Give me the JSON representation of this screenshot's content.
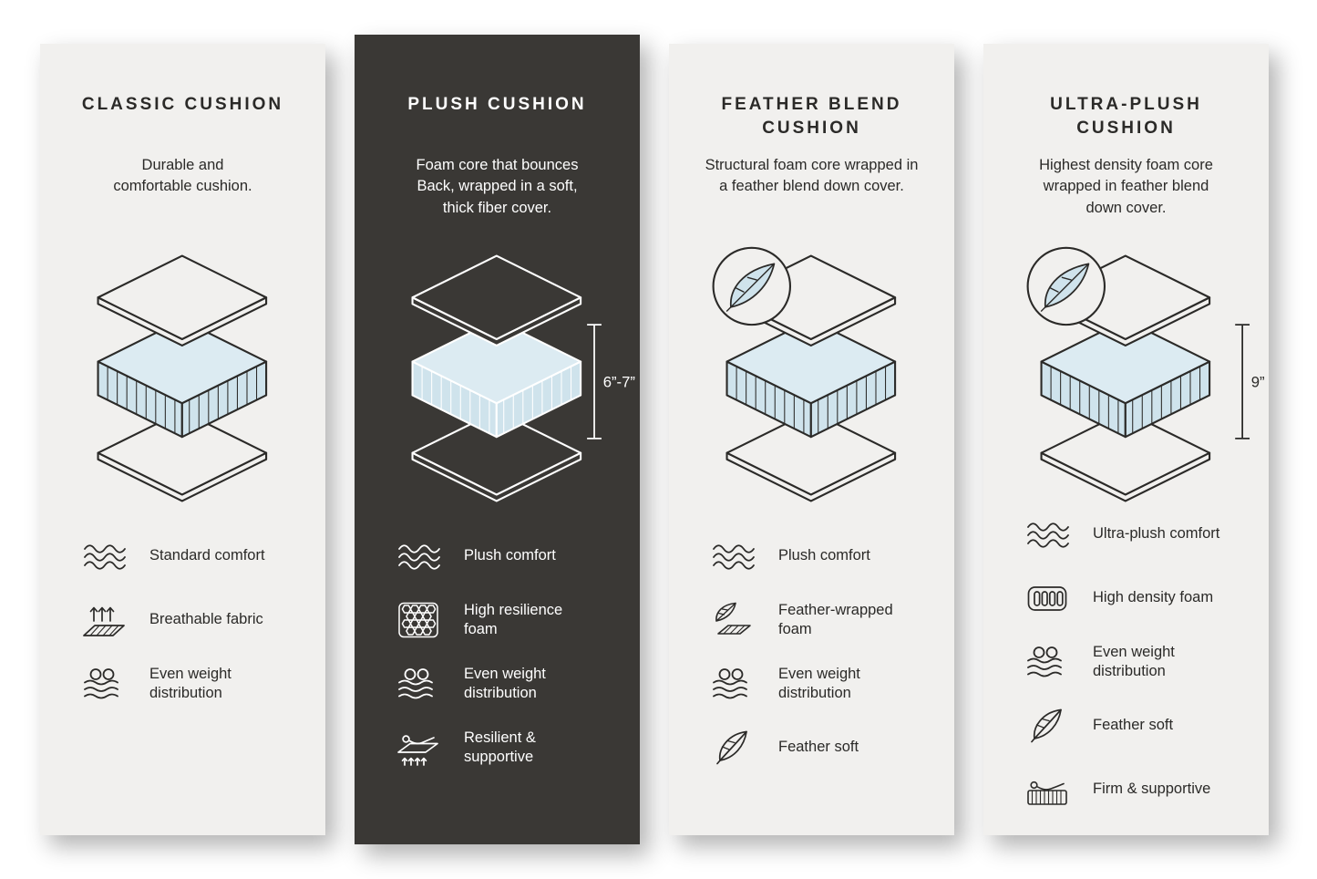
{
  "infographic": {
    "colors": {
      "card_light": "#f1f0ee",
      "card_dark": "#3a3835",
      "text_dark": "#2b2a28",
      "text_light": "#ffffff",
      "foam_side": "#cfe3ec",
      "foam_top": "#dcebf2"
    },
    "cards": [
      {
        "title": "CLASSIC CUSHION",
        "description": "Durable and\ncomfortable cushion.",
        "features": [
          {
            "icon": "waves-icon",
            "label": "Standard comfort"
          },
          {
            "icon": "breathable-fabric-icon",
            "label": "Breathable fabric"
          },
          {
            "icon": "weight-distribution-icon",
            "label": "Even weight\ndistribution"
          }
        ]
      },
      {
        "title": "PLUSH CUSHION",
        "description": "Foam core that bounces\nBack, wrapped in a soft,\nthick fiber cover.",
        "measurement": "6”-7”",
        "features": [
          {
            "icon": "waves-icon",
            "label": "Plush comfort"
          },
          {
            "icon": "resilience-foam-icon",
            "label": "High resilience\nfoam"
          },
          {
            "icon": "weight-distribution-icon",
            "label": "Even weight\ndistribution"
          },
          {
            "icon": "resilient-supportive-icon",
            "label": "Resilient &\nsupportive"
          }
        ]
      },
      {
        "title": "FEATHER BLEND\nCUSHION",
        "description": "Structural foam core wrapped in\na feather blend down cover.",
        "features": [
          {
            "icon": "waves-icon",
            "label": "Plush comfort"
          },
          {
            "icon": "feather-wrapped-foam-icon",
            "label": "Feather-wrapped\nfoam"
          },
          {
            "icon": "weight-distribution-icon",
            "label": "Even weight\ndistribution"
          },
          {
            "icon": "feather-icon",
            "label": "Feather soft"
          }
        ]
      },
      {
        "title": "ULTRA-PLUSH\nCUSHION",
        "description": "Highest density foam core\nwrapped in feather blend\ndown cover.",
        "measurement": "9”",
        "features": [
          {
            "icon": "waves-icon",
            "label": "Ultra-plush comfort"
          },
          {
            "icon": "density-foam-icon",
            "label": "High density foam"
          },
          {
            "icon": "weight-distribution-icon",
            "label": "Even weight\ndistribution"
          },
          {
            "icon": "feather-icon",
            "label": "Feather soft"
          },
          {
            "icon": "firm-supportive-icon",
            "label": "Firm & supportive"
          }
        ]
      }
    ]
  }
}
